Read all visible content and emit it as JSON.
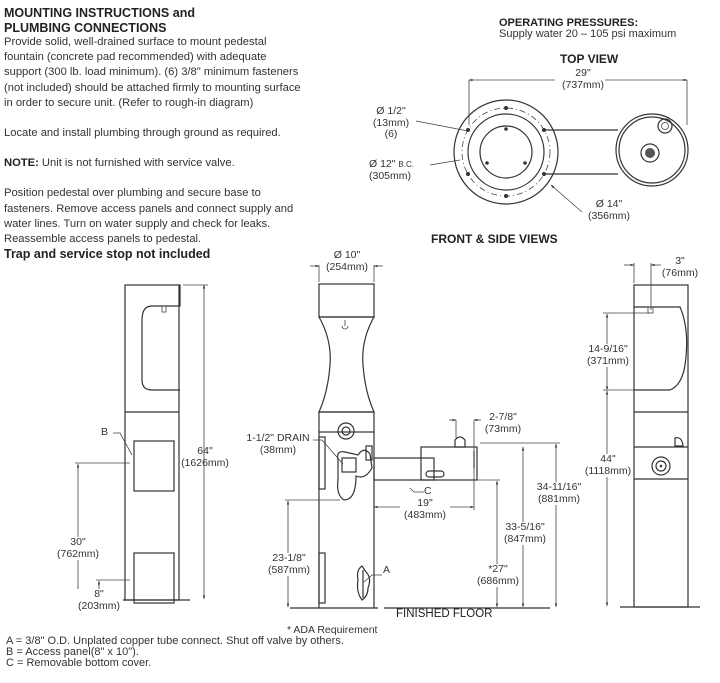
{
  "instructions": {
    "heading_line1": "MOUNTING INSTRUCTIONS and",
    "heading_line2": "PLUMBING CONNECTIONS",
    "para1": "Provide solid, well-drained surface to mount pedestal fountain (concrete pad recommended) with adequate support (300 lb. load minimum). (6) 3/8\" minimum fasteners (not included) should be attached firmly to mounting surface in order to secure unit. (Refer to rough-in diagram)",
    "para2": "Locate and install plumbing through ground as required.",
    "note_label": "NOTE:",
    "note_text": " Unit is not furnished with service valve.",
    "para3": "Position pedestal over plumbing and secure base to fasteners. Remove access panels and connect supply and water lines. Turn on water supply and check for leaks. Reassemble access panels to pedestal.",
    "bold_line": "Trap and service stop not included"
  },
  "operating_pressures": {
    "label": "OPERATING PRESSURES:",
    "value": "Supply water 20 – 105 psi maximum"
  },
  "top_view": {
    "title": "TOP VIEW",
    "overall_width": {
      "in": "29\"",
      "mm": "(737mm)"
    },
    "hole_dia": {
      "in": "Ø 1/2\"",
      "mm": "(13mm)",
      "qty": "(6)"
    },
    "bolt_circle": {
      "in": "Ø 12\"",
      "suffix": "B.C.",
      "mm": "(305mm)"
    },
    "base_dia": {
      "in": "Ø 14\"",
      "mm": "(356mm)"
    }
  },
  "front_side_views": {
    "title": "FRONT & SIDE VIEWS",
    "pedestal_dia": {
      "in": "Ø 10\"",
      "mm": "(254mm)"
    },
    "overall_height": {
      "in": "64\"",
      "mm": "(1626mm)"
    },
    "panel_height_30": {
      "in": "30\"",
      "mm": "(762mm)"
    },
    "panel_height_8": {
      "in": "8\"",
      "mm": "(203mm)"
    },
    "label_b": "B",
    "drain": {
      "in": "1-1/2\" DRAIN",
      "mm": "(38mm)"
    },
    "label_c": "C",
    "label_a": "A",
    "bowl_offset": {
      "in": "2-7/8\"",
      "mm": "(73mm)"
    },
    "arm_length": {
      "in": "19\"",
      "mm": "(483mm)"
    },
    "drain_height": {
      "in": "23-1/8\"",
      "mm": "(587mm)"
    },
    "rim_height": {
      "in": "34-11/16\"",
      "mm": "(881mm)"
    },
    "spout_height": {
      "in": "33-5/16\"",
      "mm": "(847mm)"
    },
    "knee_clearance": {
      "in": "*27\"",
      "mm": "(686mm)"
    },
    "finished_floor": "FINISHED FLOOR",
    "ada_note": "* ADA Requirement",
    "side_spout_offset": {
      "in": "3\"",
      "mm": "(76mm)"
    },
    "filler_height": {
      "in": "14-9/16\"",
      "mm": "(371mm)"
    },
    "side_height": {
      "in": "44\"",
      "mm": "(1118mm)"
    }
  },
  "legend": [
    "A = 3/8\" O.D. Unplated copper tube connect. Shut off valve by others.",
    "B = Access panel(8\" x 10\").",
    "C = Removable bottom cover."
  ]
}
